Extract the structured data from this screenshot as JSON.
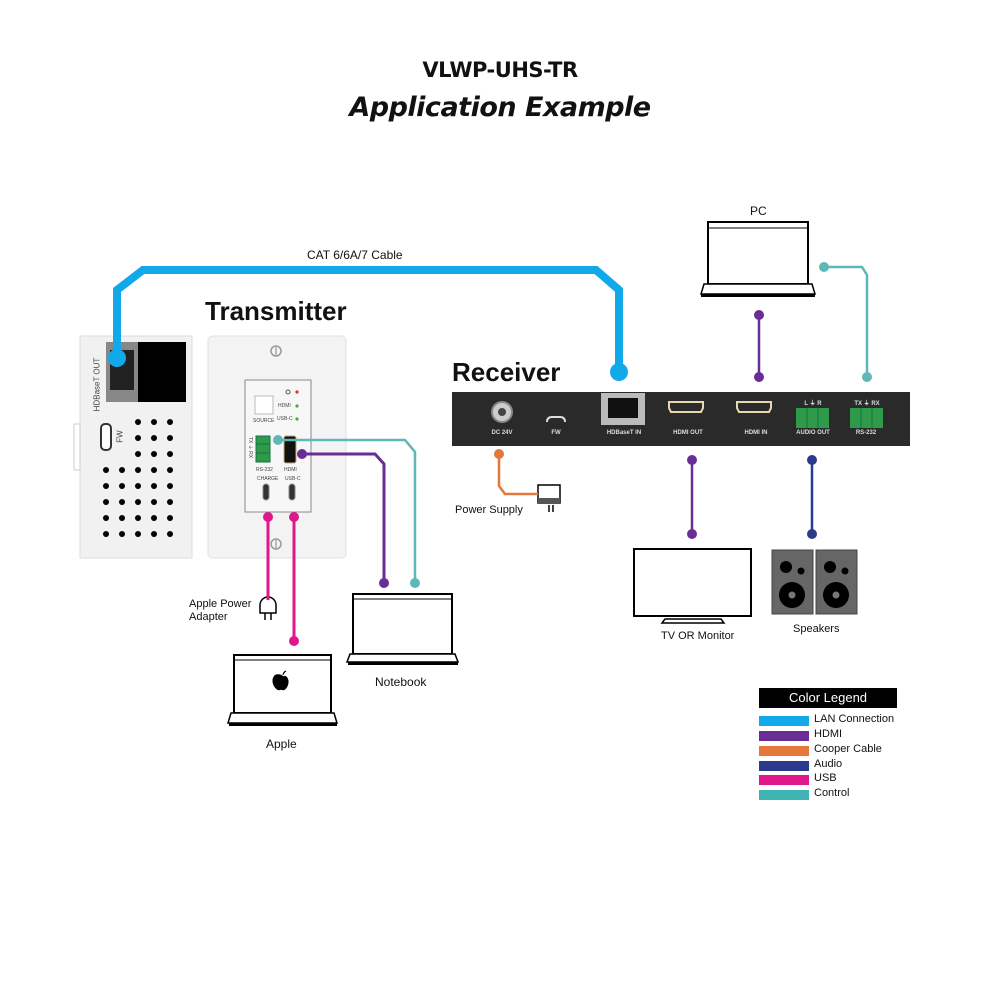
{
  "header": {
    "model": "VLWP-UHS-TR",
    "subtitle": "Application Example"
  },
  "cable_label": "CAT 6/6A/7 Cable",
  "transmitter": {
    "title": "Transmitter",
    "side_labels": {
      "hdbaset_out": "HDBaseT OUT",
      "fw": "FW"
    },
    "face_labels": {
      "source": "SOURCE",
      "hdmi_led": "HDMI",
      "usbc_led": "USB-C",
      "rs232": "RS-232",
      "rs232_pins": "TX ⏚ RX",
      "hdmi": "HDMI",
      "charge": "CHARGE",
      "usbc": "USB-C"
    }
  },
  "receiver": {
    "title": "Receiver",
    "ports": [
      {
        "label": "DC 24V",
        "type": "dc-jack"
      },
      {
        "label": "FW",
        "type": "micro-usb"
      },
      {
        "label": "HDBaseT IN",
        "type": "rj45"
      },
      {
        "label": "HDMI OUT",
        "type": "hdmi"
      },
      {
        "label": "HDMI IN",
        "type": "hdmi"
      },
      {
        "label": "AUDIO OUT",
        "type": "terminal",
        "pins": "L ⏚ R"
      },
      {
        "label": "RS-232",
        "type": "terminal",
        "pins": "TX ⏚ RX"
      }
    ]
  },
  "devices": {
    "pc": "PC",
    "power_supply": "Power Supply",
    "tv": "TV OR Monitor",
    "speakers": "Speakers",
    "apple_power_1": "Apple Power",
    "apple_power_2": "Adapter",
    "apple": "Apple",
    "notebook": "Notebook"
  },
  "legend": {
    "title": "Color Legend",
    "items": [
      {
        "label": "LAN Connection",
        "color": "#12a9ea"
      },
      {
        "label": "HDMI",
        "color": "#6a2d95"
      },
      {
        "label": "Cooper Cable",
        "color": "#e6773a"
      },
      {
        "label": "Audio",
        "color": "#2c3a8c"
      },
      {
        "label": "USB",
        "color": "#e0178c"
      },
      {
        "label": "Control",
        "color": "#3fb3b3"
      }
    ]
  },
  "colors": {
    "lan": "#12a9ea",
    "hdmi": "#6a2d95",
    "copper": "#e6773a",
    "audio": "#2c3a8c",
    "usb": "#e0178c",
    "control": "#5fb8b8",
    "device_body": "#2a2a2a"
  }
}
